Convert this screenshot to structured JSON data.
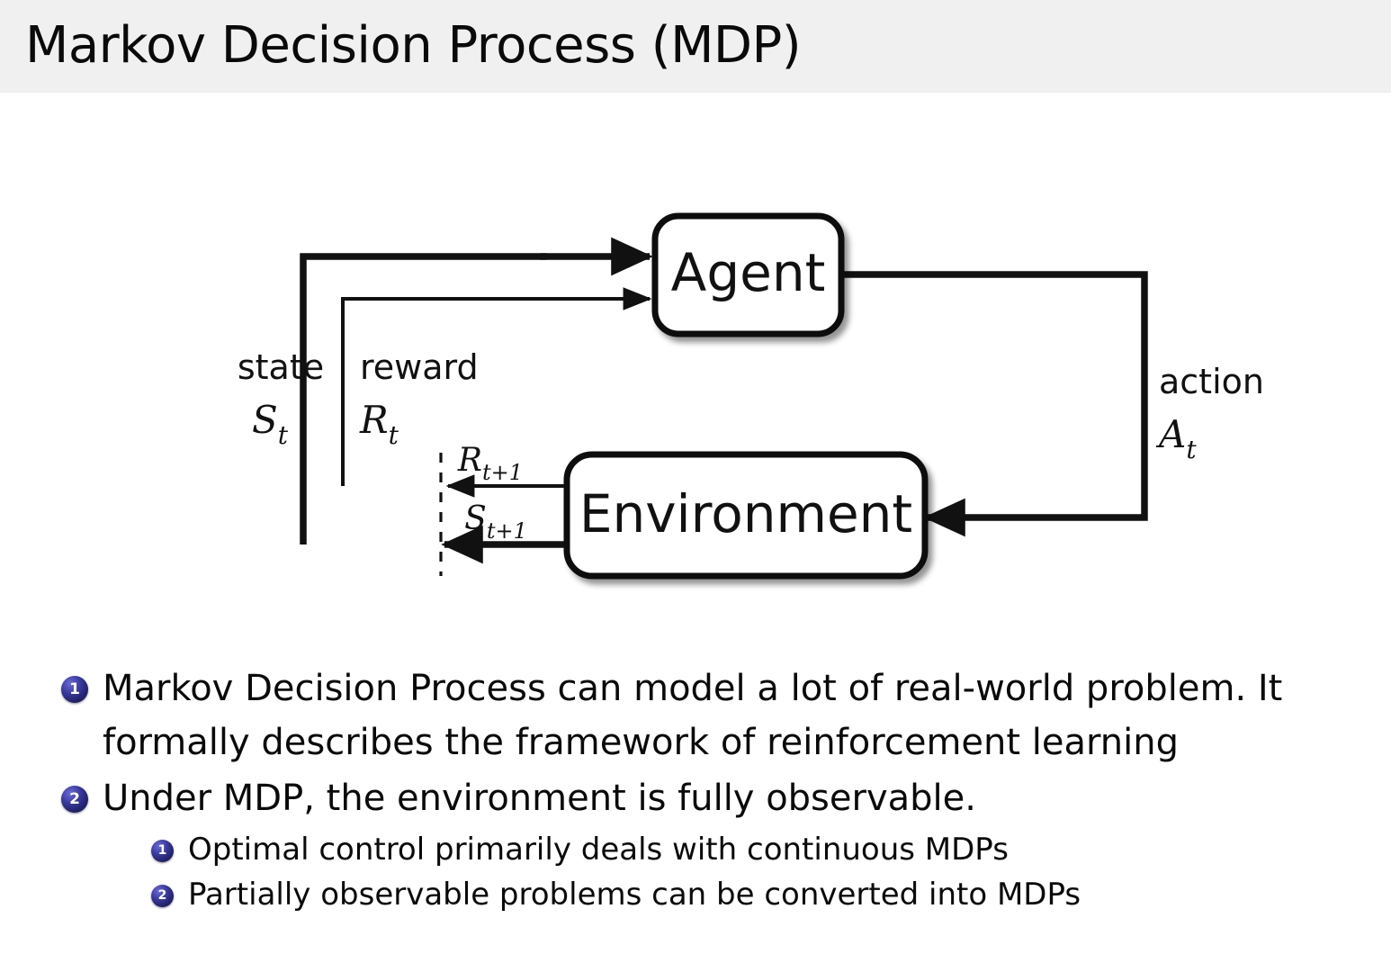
{
  "header": {
    "title": "Markov Decision Process (MDP)",
    "band_color": "#f0f0f0"
  },
  "diagram": {
    "name": "agent-environment-interaction-loop",
    "nodes": [
      {
        "id": "agent",
        "label": "Agent"
      },
      {
        "id": "environment",
        "label": "Environment"
      }
    ],
    "edge_labels": {
      "state_word": "state",
      "state_symbol": "S",
      "state_subscript": "t",
      "reward_word": "reward",
      "reward_symbol": "R",
      "reward_subscript": "t",
      "action_word": "action",
      "action_symbol": "A",
      "action_subscript": "t",
      "next_reward_symbol": "R",
      "next_reward_subscript": "t+1",
      "next_state_symbol": "S",
      "next_state_subscript": "t+1"
    },
    "stroke_color": "#111111"
  },
  "bullets": {
    "items": [
      {
        "number": "1",
        "line1": "Markov Decision Process can model a lot of real-world problem. It",
        "line2": "formally describes the framework of reinforcement learning"
      },
      {
        "number": "2",
        "line1": "Under MDP, the environment is fully observable.",
        "line2": ""
      }
    ],
    "subitems": [
      {
        "number": "1",
        "text": "Optimal control primarily deals with continuous MDPs"
      },
      {
        "number": "2",
        "text": "Partially observable problems can be converted into MDPs"
      }
    ],
    "badge_color": "#23236e"
  }
}
